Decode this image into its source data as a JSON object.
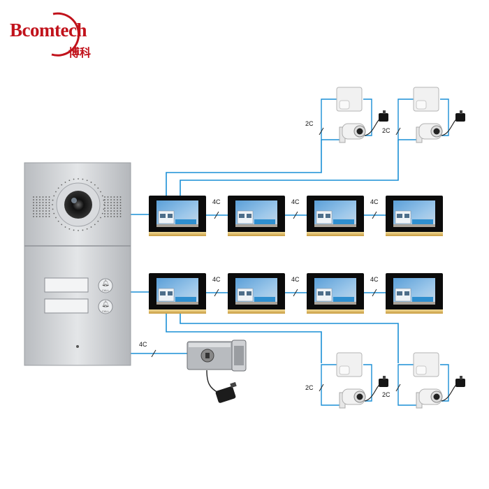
{
  "brand": {
    "name_en": "Bcomtech",
    "name_cn": "博科",
    "color": "#c1121b"
  },
  "door_station": {
    "button_captions": [
      "CALL",
      "CALL"
    ]
  },
  "wiring": {
    "wire_color": "#1a8fd6",
    "labels": {
      "monitor_link": "4C",
      "camera_link": "2C",
      "lock_link": "4C"
    }
  },
  "layout_counts": {
    "monitor_rows": 2,
    "monitors_per_row": 4,
    "camera_groups": 4
  }
}
